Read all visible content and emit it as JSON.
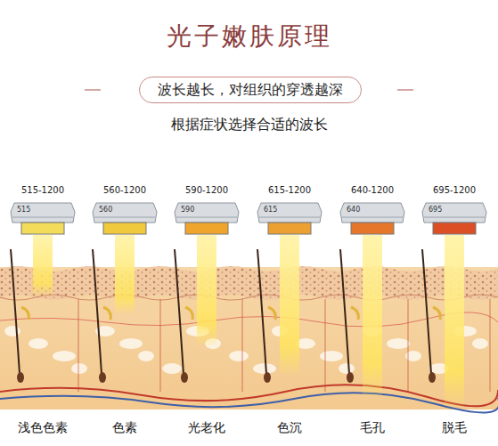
{
  "diagram": {
    "title": "光子嫩肤原理",
    "nodes": [
      {
        "text": [
          "波长越长，对组织的穿透越深"
        ]
      },
      {
        "text": [
          "515-1200",
          "515"
        ]
      },
      {
        "text": [
          "560-1200",
          "560"
        ]
      },
      {
        "text": [
          "590-1200",
          "590"
        ]
      },
      {
        "text": [
          "615-1200",
          "615"
        ]
      },
      {
        "text": [
          "640-1200",
          "640"
        ]
      },
      {
        "text": [
          "695-1200",
          "695"
        ]
      }
    ],
    "labels": [
      "根据症状选择合适的波长",
      "浅色色素",
      "色素",
      "光老化",
      "色沉",
      "毛孔",
      "脱毛"
    ]
  }
}
